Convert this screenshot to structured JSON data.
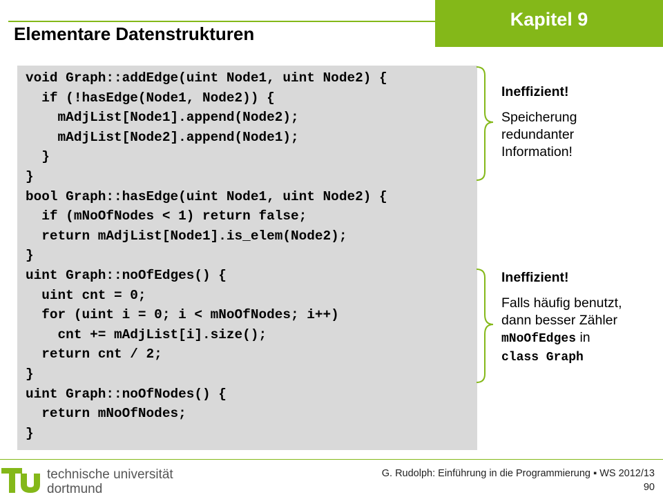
{
  "slide": {
    "title": "Elementare Datenstrukturen",
    "chapter": "Kapitel 9"
  },
  "code_lines": [
    "void Graph::addEdge(uint Node1, uint Node2) {",
    "  if (!hasEdge(Node1, Node2)) {",
    "    mAdjList[Node1].append(Node2);",
    "    mAdjList[Node2].append(Node1);",
    "  }",
    "}",
    "bool Graph::hasEdge(uint Node1, uint Node2) {",
    "  if (mNoOfNodes < 1) return false;",
    "  return mAdjList[Node1].is_elem(Node2);",
    "}",
    "uint Graph::noOfEdges() {",
    "  uint cnt = 0;",
    "  for (uint i = 0; i < mNoOfNodes; i++)",
    "    cnt += mAdjList[i].size();",
    "  return cnt / 2;",
    "}",
    "uint Graph::noOfNodes() {",
    "  return mNoOfNodes;",
    "}"
  ],
  "note1": {
    "head": "Ineffizient!",
    "line1": "Speicherung",
    "line2": "redundanter",
    "line3": "Information!"
  },
  "note2": {
    "head": "Ineffizient!",
    "line1": "Falls häufig benutzt,",
    "line2": "dann besser Zähler",
    "line3_code": "mNoOfEdges",
    "line3_text": " in",
    "line4_code": "class Graph"
  },
  "footer": {
    "uni_line1": "technische universität",
    "uni_line2": "dortmund",
    "credit": "G. Rudolph: Einführung in die Programmierung ▪ WS 2012/13",
    "page": "90"
  },
  "colors": {
    "accent": "#84b819",
    "code_bg": "#d9d9d9"
  }
}
